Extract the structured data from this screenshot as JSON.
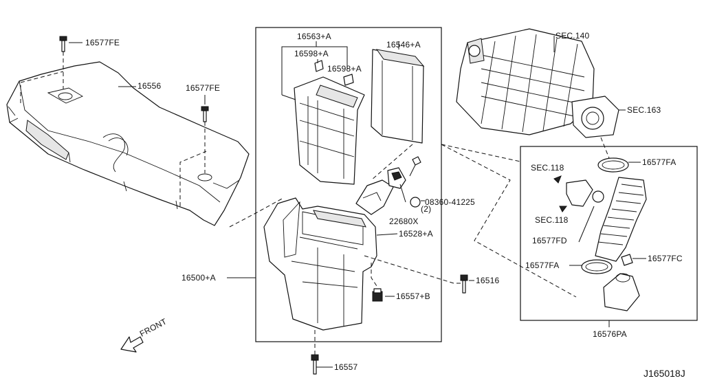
{
  "labels": {
    "p16577fe_top": "16577FE",
    "p16556": "16556",
    "p16577fe_mid": "16577FE",
    "p16563a": "16563+A",
    "p16598a_1": "16598+A",
    "p16598a_2": "16598+A",
    "p16546a": "16546+A",
    "sec140": "SEC.140",
    "sec163": "SEC.163",
    "p16577fa_top": "16577FA",
    "sec118_top": "SEC.118",
    "sec118_bot": "SEC.118",
    "p08360": "08360-41225",
    "p08360_qty": "(2)",
    "p22680x": "22680X",
    "p16528a": "16528+A",
    "p16577fd": "16577FD",
    "p16500a": "16500+A",
    "p16577fa_bot": "16577FA",
    "p16577fc": "16577FC",
    "p16516": "16516",
    "p16557b": "16557+B",
    "front": "FRONT",
    "p16576pa": "16576PA",
    "p16557": "16557",
    "diagram_id": "J165018J"
  }
}
